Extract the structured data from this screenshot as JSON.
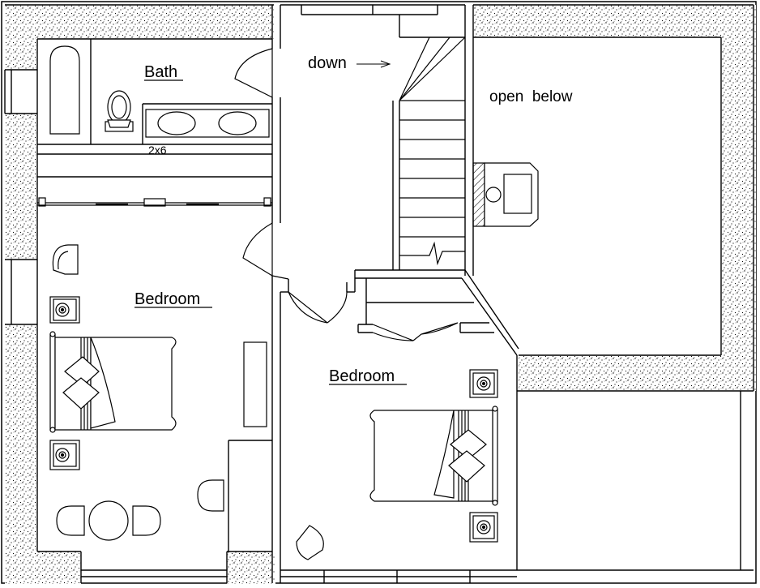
{
  "plan": {
    "rooms": {
      "bath": "Bath",
      "bedroom_left": "Bedroom",
      "bedroom_right": "Bedroom"
    },
    "notes": {
      "down": "down",
      "open_below": "open  below",
      "beam": "2x6"
    }
  },
  "colors": {
    "line": "#000000",
    "paper": "#ffffff",
    "texture": "#000000"
  }
}
